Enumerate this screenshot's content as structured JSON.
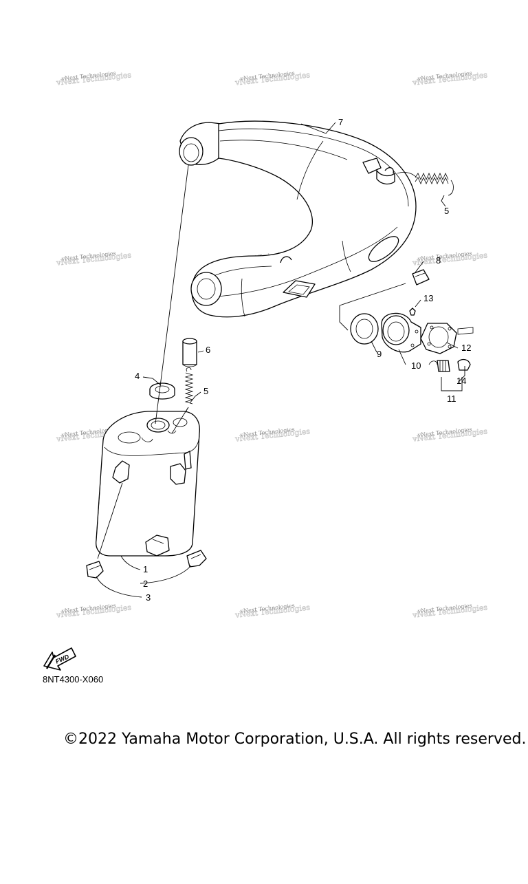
{
  "diagram": {
    "callouts": [
      "1",
      "2",
      "3",
      "4",
      "5",
      "5",
      "6",
      "7",
      "8",
      "9",
      "10",
      "11",
      "12",
      "13",
      "14"
    ],
    "watermark": {
      "line1": "vNext Technologies",
      "line2": "vNext Technologies"
    },
    "fwd_label": "FWD",
    "code": "8NT4300-X060"
  },
  "footer": {
    "copyright": "©2022 Yamaha Motor Corporation, U.S.A. All rights reserved."
  }
}
